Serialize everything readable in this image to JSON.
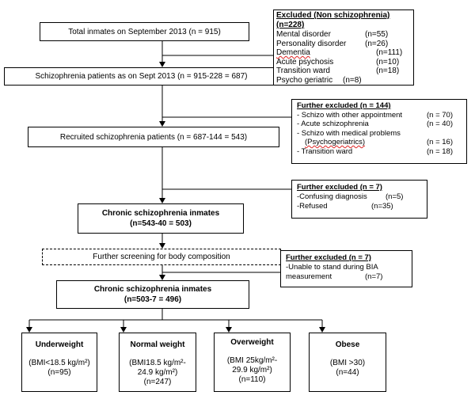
{
  "main_flow": {
    "total": "Total inmates on September 2013 (n = 915)",
    "schizo": "Schizophrenia patients as on Sept 2013 (n = 915-228 = 687)",
    "recruited": "Recruited schizophrenia patients (n = 687-144 = 543)",
    "chronic1_line1": "Chronic schizophrenia inmates",
    "chronic1_line2": "(n=543-40 = 503)",
    "screening": "Further screening for body composition",
    "chronic2_line1": "Chronic schizophrenia inmates",
    "chronic2_line2": "(n=503-7 = 496)"
  },
  "excluded_1": {
    "title": "Excluded (Non schizophrenia) (n=228)",
    "items": [
      {
        "label": "Mental disorder",
        "value": "(n=55)"
      },
      {
        "label": "Personality disorder",
        "value": "(n=26)"
      },
      {
        "label": "Dementia",
        "value": "(n=111)"
      },
      {
        "label": "Acute psychosis",
        "value": "(n=10)"
      },
      {
        "label": "Transition ward",
        "value": "(n=18)"
      },
      {
        "label": "Psycho geriatric",
        "value": "(n=8)"
      }
    ]
  },
  "excluded_2": {
    "title": "Further excluded (n = 144)",
    "items": [
      {
        "label": "- Schizo with other appointment",
        "value": "(n = 70)"
      },
      {
        "label": "- Acute schizophrenia",
        "value": "(n = 40)"
      },
      {
        "label": "- Schizo with medical problems",
        "value": ""
      },
      {
        "label": "(Psychogeriatrics)",
        "value": "(n = 16)"
      },
      {
        "label": "- Transition ward",
        "value": "(n = 18)"
      }
    ]
  },
  "excluded_3": {
    "title": "Further excluded (n = 7)",
    "items": [
      {
        "label": "-Confusing diagnosis",
        "value": "(n=5)"
      },
      {
        "label": "-Refused",
        "value": "(n=35)"
      }
    ]
  },
  "excluded_4": {
    "title": "Further excluded (n = 7)",
    "line1": "-Unable to stand during BIA",
    "line2": "measurement",
    "value": "(n=7)"
  },
  "categories": [
    {
      "title": "Underweight",
      "l1": "(BMI<18.5 kg/m²)",
      "l2": "(n=95)",
      "l3": ""
    },
    {
      "title": "Normal weight",
      "l1": "(BMI18.5 kg/m²-",
      "l2": "24.9 kg/m²)",
      "l3": "(n=247)"
    },
    {
      "title": "Overweight",
      "l1": "(BMI 25kg/m²-",
      "l2": "29.9 kg/m²)",
      "l3": "(n=110)"
    },
    {
      "title": "Obese",
      "l1": "(BMI >30)",
      "l2": "(n=44)",
      "l3": ""
    }
  ]
}
